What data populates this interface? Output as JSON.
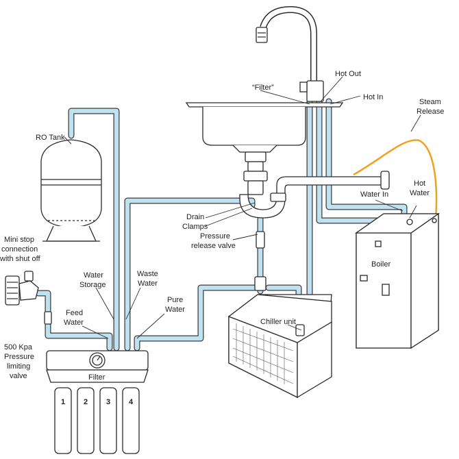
{
  "labels": {
    "ro_tank": "RO Tank",
    "mini_stop_1": "Mini stop",
    "mini_stop_2": "connection",
    "mini_stop_3": "with shut off",
    "water_storage_1": "Water",
    "water_storage_2": "Storage",
    "waste_water_1": "Waste",
    "waste_water_2": "Water",
    "feed_water_1": "Feed",
    "feed_water_2": "Water",
    "pure_water_1": "Pure",
    "pure_water_2": "Water",
    "pressure_limiting_1": "500 Kpa",
    "pressure_limiting_2": "Pressure",
    "pressure_limiting_3": "limiting",
    "pressure_limiting_4": "valve",
    "filter": "Filter",
    "filter_quoted": "“Filter”",
    "drain_clamps_1": "Drain",
    "drain_clamps_2": "Clamps",
    "pressure_release_1": "Pressure",
    "pressure_release_2": "release valve",
    "hot_out": "Hot Out",
    "hot_in": "Hot In",
    "steam_release_1": "Steam",
    "steam_release_2": "Release",
    "water_in": "Water In",
    "hot_water_1": "Hot",
    "hot_water_2": "Water",
    "boiler": "Boiler",
    "chiller_unit": "Chiller unit",
    "cartridges": [
      "1",
      "2",
      "3",
      "4"
    ]
  },
  "colors": {
    "pipe_fill": "#bfe1f0",
    "pipe_outline": "#3b3b3b",
    "steam_line": "#f0a21c",
    "ink": "#2a2a2a"
  }
}
